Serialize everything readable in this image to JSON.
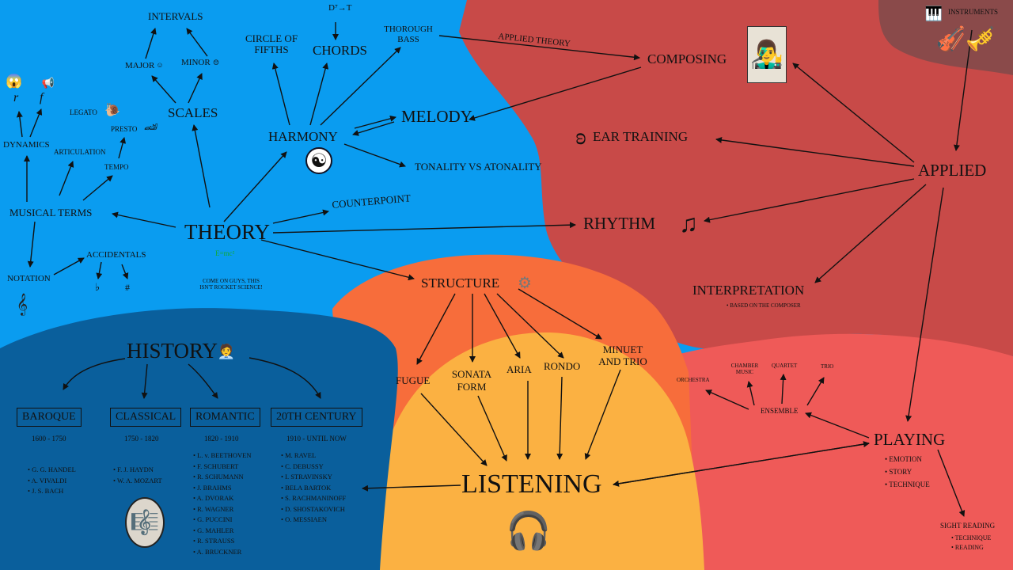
{
  "colors": {
    "theory_blue": "#0a9cf0",
    "history_blue": "#0a5f9c",
    "applied_red": "#c84a48",
    "playing_red": "#ef5a58",
    "structure_orange": "#f76d3b",
    "listening_yellow": "#fbb142",
    "instruments_gray": "#8a4a4a"
  },
  "nodes": {
    "intervals": "INTERVALS",
    "major": "MAJOR",
    "minor": "MINOR",
    "scales": "SCALES",
    "legato": "LEGATO",
    "presto": "PRESTO",
    "articulation": "ARTICULATION",
    "tempo": "TEMPO",
    "dynamics": "DYNAMICS",
    "piano_mark": "r",
    "forte_mark": "f",
    "musical_terms": "MUSICAL TERMS",
    "notation": "NOTATION",
    "accidentals": "ACCIDENTALS",
    "flat": "♭",
    "sharp": "#",
    "theory": "THEORY",
    "theory_note_formula": "E=mc²",
    "theory_note": "COME ON GUYS, THIS ISN'T ROCKET SCIENCE!",
    "circle_of_fifths": "CIRCLE OF FIFTHS",
    "chords": "CHORDS",
    "chords_symbol": "D⁷→T",
    "thorough_bass": "THOROUGH BASS",
    "harmony": "HARMONY",
    "melody": "MELODY",
    "tonality": "TONALITY VS ATONALITY",
    "counterpoint": "COUNTERPOINT",
    "applied_theory": "APPLIED THEORY",
    "composing": "COMPOSING",
    "ear_training": "EAR TRAINING",
    "rhythm": "RHYTHM",
    "applied": "APPLIED",
    "instruments": "INSTRUMENTS",
    "interpretation": "INTERPRETATION",
    "interpretation_note": "BASED ON THE COMPOSER",
    "structure": "STRUCTURE",
    "fugue": "FUGUE",
    "sonata_form": "SONATA FORM",
    "aria": "ARIA",
    "rondo": "RONDO",
    "minuet": "MINUET AND TRIO",
    "listening": "LISTENING",
    "history": "HISTORY",
    "orchestra": "ORCHESTRA",
    "chamber_music": "CHAMBER MUSIC",
    "quartet": "QUARTET",
    "trio": "TRIO",
    "ensemble": "ENSEMBLE",
    "playing": "PLAYING",
    "playing_items": [
      "EMOTION",
      "STORY",
      "TECHNIQUE"
    ],
    "sight_reading": "SIGHT READING",
    "sight_reading_items": [
      "TECHNIQUE",
      "READING"
    ]
  },
  "eras": [
    {
      "name": "BAROQUE",
      "years": "1600 - 1750",
      "composers": [
        "G. G. HANDEL",
        "A. VIVALDI",
        "J. S. BACH"
      ]
    },
    {
      "name": "CLASSICAL",
      "years": "1750 - 1820",
      "composers": [
        "F. J. HAYDN",
        "W. A. MOZART"
      ]
    },
    {
      "name": "ROMANTIC",
      "years": "1820 - 1910",
      "composers": [
        "L. v. BEETHOVEN",
        "F. SCHUBERT",
        "R. SCHUMANN",
        "J. BRAHMS",
        "A. DVORAK",
        "R. WAGNER",
        "G. PUCCINI",
        "G. MAHLER",
        "R. STRAUSS",
        "A. BRUCKNER"
      ]
    },
    {
      "name": "20TH CENTURY",
      "years": "1910 - UNTIL NOW",
      "composers": [
        "M. RAVEL",
        "C. DEBUSSY",
        "I. STRAVINSKY",
        "BELA BARTOK",
        "S. RACHMANINOFF",
        "D. SHOSTAKOVICH",
        "O. MESSIAEN"
      ]
    }
  ],
  "icons": {
    "scream": "scream-emoji-icon",
    "megaphone": "megaphone-icon",
    "emoji_smile": "smiley-icon",
    "sheet": "sheet-music-icon",
    "snail": "snail-icon",
    "race_car": "race-car-icon",
    "yin_yang": "yin-yang-icon",
    "beethoven": "beethoven-portrait-icon",
    "ear": "ear-icon",
    "notes": "music-notes-icon",
    "gear": "gear-icon",
    "headphones": "headphones-icon",
    "mozart": "mozart-portrait-icon",
    "person": "composer-portrait-icon",
    "instruments": "instruments-icon"
  }
}
